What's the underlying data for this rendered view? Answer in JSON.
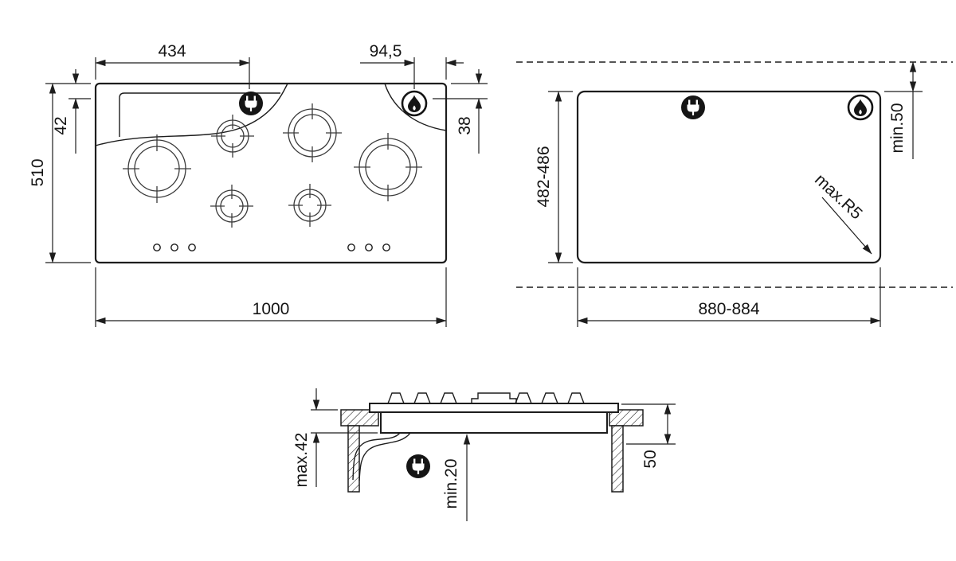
{
  "meta": {
    "type": "hob-installation-dimension-diagram",
    "line_color": "#1d1d1d",
    "background_color": "#ffffff"
  },
  "icons": {
    "electrical_connection": "plug-icon",
    "gas_connection": "flame-icon"
  },
  "top_view": {
    "dim_total_width": "1000",
    "dim_total_depth": "510",
    "dim_plug_from_left": "434",
    "dim_gas_from_right": "94,5",
    "dim_plug_from_top": "42",
    "dim_gas_from_top": "38"
  },
  "cutout_view": {
    "dim_cutout_depth": "482-486",
    "dim_cutout_width": "880-884",
    "dim_rear_clearance": "min.50",
    "dim_corner_radius": "max.R5"
  },
  "section_view": {
    "dim_depth_below_worktop": "max.42",
    "dim_clearance_below": "min.20",
    "dim_side_clearance": "50"
  }
}
